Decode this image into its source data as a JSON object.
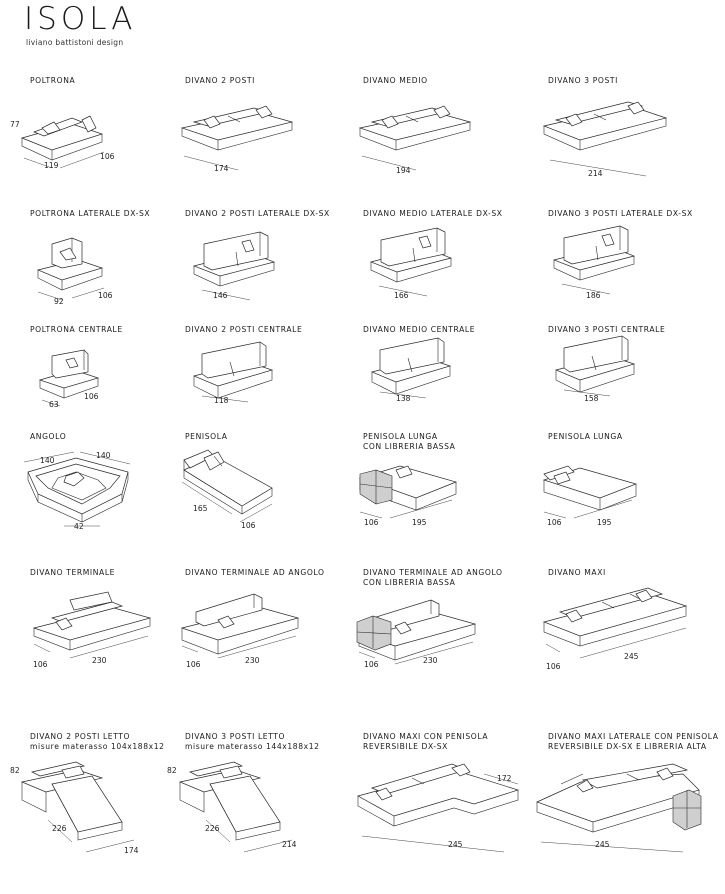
{
  "header": {
    "title": "ISOLA",
    "subtitle": "liviano battistoni design"
  },
  "items": [
    {
      "id": "poltrona",
      "label_lines": [
        "POLTRONA"
      ],
      "dims": {
        "h": "77",
        "w": "119",
        "d": "106"
      }
    },
    {
      "id": "divano2",
      "label_lines": [
        "DIVANO 2 POSTI"
      ],
      "dims": {
        "w": "174"
      }
    },
    {
      "id": "divanomedio",
      "label_lines": [
        "DIVANO MEDIO"
      ],
      "dims": {
        "w": "194"
      }
    },
    {
      "id": "divano3",
      "label_lines": [
        "DIVANO 3 POSTI"
      ],
      "dims": {
        "w": "214"
      }
    },
    {
      "id": "poltrona_lat",
      "label_lines": [
        "POLTRONA LATERALE DX-SX"
      ],
      "dims": {
        "w": "92",
        "d": "106"
      }
    },
    {
      "id": "divano2_lat",
      "label_lines": [
        "DIVANO 2 POSTI LATERALE DX-SX"
      ],
      "dims": {
        "w": "146"
      }
    },
    {
      "id": "divanomedio_lat",
      "label_lines": [
        "DIVANO MEDIO LATERALE DX-SX"
      ],
      "dims": {
        "w": "166"
      }
    },
    {
      "id": "divano3_lat",
      "label_lines": [
        "DIVANO 3 POSTI LATERALE DX-SX"
      ],
      "dims": {
        "w": "186"
      }
    },
    {
      "id": "poltrona_cen",
      "label_lines": [
        "POLTRONA CENTRALE"
      ],
      "dims": {
        "w": "63",
        "d": "106"
      }
    },
    {
      "id": "divano2_cen",
      "label_lines": [
        "DIVANO 2 POSTI CENTRALE"
      ],
      "dims": {
        "w": "118"
      }
    },
    {
      "id": "divanomedio_cen",
      "label_lines": [
        "DIVANO MEDIO CENTRALE"
      ],
      "dims": {
        "w": "138"
      }
    },
    {
      "id": "divano3_cen",
      "label_lines": [
        "DIVANO 3 POSTI CENTRALE"
      ],
      "dims": {
        "w": "158"
      }
    },
    {
      "id": "angolo",
      "label_lines": [
        "ANGOLO"
      ],
      "dims": {
        "a": "140",
        "b": "140",
        "c": "42"
      }
    },
    {
      "id": "penisola",
      "label_lines": [
        "PENISOLA"
      ],
      "dims": {
        "d": "165",
        "w": "106"
      }
    },
    {
      "id": "penisola_lunga_lib",
      "label_lines": [
        "PENISOLA LUNGA",
        "CON LIBRERIA BASSA"
      ],
      "dims": {
        "d": "106",
        "w": "195"
      }
    },
    {
      "id": "penisola_lunga",
      "label_lines": [
        "PENISOLA LUNGA"
      ],
      "dims": {
        "d": "106",
        "w": "195"
      }
    },
    {
      "id": "divano_term",
      "label_lines": [
        "DIVANO TERMINALE"
      ],
      "dims": {
        "d": "106",
        "w": "230"
      }
    },
    {
      "id": "divano_term_ang",
      "label_lines": [
        "DIVANO TERMINALE AD ANGOLO"
      ],
      "dims": {
        "d": "106",
        "w": "230"
      }
    },
    {
      "id": "divano_term_ang_lib",
      "label_lines": [
        "DIVANO TERMINALE AD ANGOLO",
        "CON LIBRERIA BASSA"
      ],
      "dims": {
        "d": "106",
        "w": "230"
      }
    },
    {
      "id": "divano_maxi",
      "label_lines": [
        "DIVANO MAXI"
      ],
      "dims": {
        "d": "106",
        "w": "245"
      }
    },
    {
      "id": "divano2_letto",
      "label_lines": [
        "DIVANO 2 POSTI LETTO",
        "misure materasso 104x188x12"
      ],
      "dims": {
        "h": "82",
        "d": "226",
        "w": "174"
      }
    },
    {
      "id": "divano3_letto",
      "label_lines": [
        "DIVANO 3 POSTI LETTO",
        "misure materasso 144x188x12"
      ],
      "dims": {
        "h": "82",
        "d": "226",
        "w": "214"
      }
    },
    {
      "id": "maxi_penisola",
      "label_lines": [
        "DIVANO MAXI CON PENISOLA",
        "REVERSIBILE DX-SX"
      ],
      "dims": {
        "d": "172",
        "w": "245"
      }
    },
    {
      "id": "maxi_lat_penisola",
      "label_lines": [
        "DIVANO MAXI LATERALE CON PENISOLA",
        "REVERSIBILE DX-SX E LIBRERIA ALTA"
      ],
      "dims": {
        "w": "245"
      }
    }
  ]
}
